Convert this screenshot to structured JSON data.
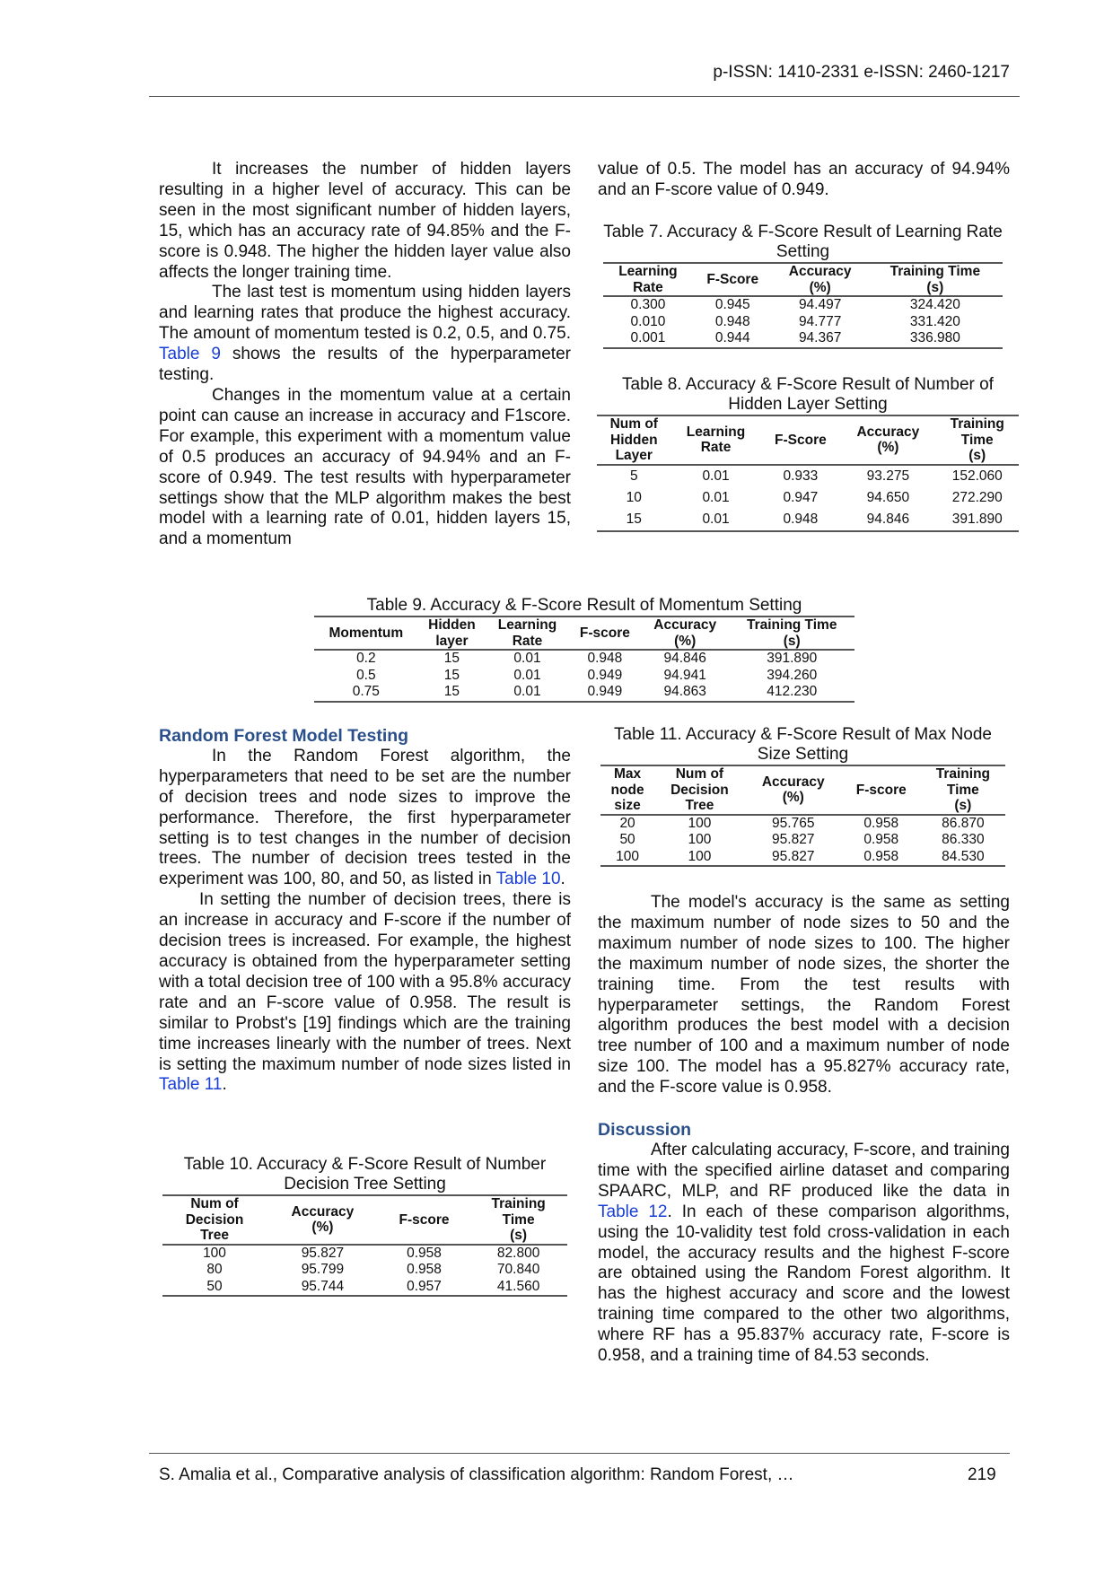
{
  "header": {
    "issn": "p-ISSN: 1410-2331  e-ISSN: 2460-1217"
  },
  "left": {
    "p1": "It increases the number of hidden layers resulting in a higher level of accuracy. This can be seen in the most significant number of hidden layers, 15, which has an accuracy rate of 94.85% and the F-score is 0.948. The higher the hidden layer value also affects the longer training time.",
    "p2_before": "The last test is momentum using hidden layers and learning rates that produce the highest accuracy. The amount of momentum tested is 0.2, 0.5, and 0.75. ",
    "p2_link": "Table 9",
    "p2_after": " shows the results of the hyperparameter testing.",
    "p3": "Changes in the momentum value at a certain point can cause an increase in accuracy and F1score. For example, this experiment with a momentum value of 0.5 produces an accuracy of 94.94% and an F-score of 0.949. The test results with hyperparameter settings show that the MLP algorithm makes the best model with a learning rate of 0.01, hidden layers 15, and a momentum",
    "rf_heading": "Random Forest Model Testing",
    "p4_before": "In the Random Forest algorithm, the hyperparameters that need to be set are the number of decision trees and node sizes to improve the performance. Therefore, the first hyperparameter setting is to test changes in the number of decision trees. The number of decision trees tested in the experiment was 100, 80, and 50, as listed in ",
    "p4_link": "Table 10",
    "p4_after": ".",
    "p5_before": "In setting the number of decision trees, there is an increase in accuracy and F-score if the number of decision trees is increased. For example, the highest accuracy is obtained from the hyperparameter setting with a total decision tree of 100 with a 95.8% accuracy rate and an F-score value of 0.958. The result is similar to Probst's [19] findings which are the training time increases linearly with the number of trees. Next is setting the maximum number of node sizes listed in ",
    "p5_link": "Table 11",
    "p5_after": "."
  },
  "right": {
    "p_cont": "value of 0.5. The model has an accuracy of 94.94% and an F-score value of 0.949.",
    "p_model": "The model's accuracy is the same as setting the maximum number of node sizes to 50 and the maximum number of node sizes to 100. The higher the maximum number of node sizes, the shorter the training time. From the test results with hyperparameter settings, the Random Forest algorithm produces the best model with a decision tree number of 100 and a maximum number of node size 100. The model has a 95.827% accuracy rate, and the F-score value is 0.958.",
    "discussion_heading": "Discussion",
    "p_disc_before": "After calculating accuracy, F-score, and training time with the specified airline dataset and comparing SPAARC, MLP, and RF produced like the data in ",
    "p_disc_link": "Table 12",
    "p_disc_after": ". In each of these comparison algorithms, using the 10-validity test fold cross-validation in each model, the accuracy results and the highest F-score are obtained using the Random Forest algorithm. It has the highest accuracy and score and the lowest training time compared to the other two algorithms, where RF has a 95.837% accuracy rate, F-score is 0.958, and a training time of 84.53 seconds."
  },
  "tables": {
    "t7": {
      "caption": "Table 7. Accuracy & F-Score Result of Learning Rate Setting",
      "headers": [
        "Learning\nRate",
        "F-Score",
        "Accuracy\n(%)",
        "Training Time\n(s)"
      ],
      "rows": [
        [
          "0.300",
          "0.945",
          "94.497",
          "324.420"
        ],
        [
          "0.010",
          "0.948",
          "94.777",
          "331.420"
        ],
        [
          "0.001",
          "0.944",
          "94.367",
          "336.980"
        ]
      ]
    },
    "t8": {
      "caption": "Table 8. Accuracy & F-Score Result of Number of Hidden Layer Setting",
      "headers": [
        "Num of\nHidden\nLayer",
        "Learning\nRate",
        "F-Score",
        "Accuracy\n(%)",
        "Training\nTime\n(s)"
      ],
      "rows": [
        [
          "5",
          "0.01",
          "0.933",
          "93.275",
          "152.060"
        ],
        [
          "10",
          "0.01",
          "0.947",
          "94.650",
          "272.290"
        ],
        [
          "15",
          "0.01",
          "0.948",
          "94.846",
          "391.890"
        ]
      ]
    },
    "t9": {
      "caption": "Table 9. Accuracy & F-Score Result of Momentum Setting",
      "headers": [
        "Momentum",
        "Hidden\nlayer",
        "Learning\nRate",
        "F-score",
        "Accuracy\n(%)",
        "Training Time\n(s)"
      ],
      "rows": [
        [
          "0.2",
          "15",
          "0.01",
          "0.948",
          "94.846",
          "391.890"
        ],
        [
          "0.5",
          "15",
          "0.01",
          "0.949",
          "94.941",
          "394.260"
        ],
        [
          "0.75",
          "15",
          "0.01",
          "0.949",
          "94.863",
          "412.230"
        ]
      ]
    },
    "t10": {
      "caption": "Table 10. Accuracy & F-Score Result of Number Decision Tree Setting",
      "headers": [
        "Num of\nDecision\nTree",
        "Accuracy\n(%)",
        "F-score",
        "Training\nTime\n(s)"
      ],
      "rows": [
        [
          "100",
          "95.827",
          "0.958",
          "82.800"
        ],
        [
          "80",
          "95.799",
          "0.958",
          "70.840"
        ],
        [
          "50",
          "95.744",
          "0.957",
          "41.560"
        ]
      ]
    },
    "t11": {
      "caption": "Table 11. Accuracy & F-Score Result of Max Node Size Setting",
      "headers": [
        "Max\nnode\nsize",
        "Num of\nDecision\nTree",
        "Accuracy\n(%)",
        "F-score",
        "Training\nTime\n(s)"
      ],
      "rows": [
        [
          "20",
          "100",
          "95.765",
          "0.958",
          "86.870"
        ],
        [
          "50",
          "100",
          "95.827",
          "0.958",
          "86.330"
        ],
        [
          "100",
          "100",
          "95.827",
          "0.958",
          "84.530"
        ]
      ]
    }
  },
  "footer": {
    "citation": "S. Amalia et al., Comparative analysis of classification algorithm: Random Forest, …",
    "page": "219"
  },
  "colors": {
    "link": "#1a3fd6",
    "heading": "#2a4f8a"
  }
}
